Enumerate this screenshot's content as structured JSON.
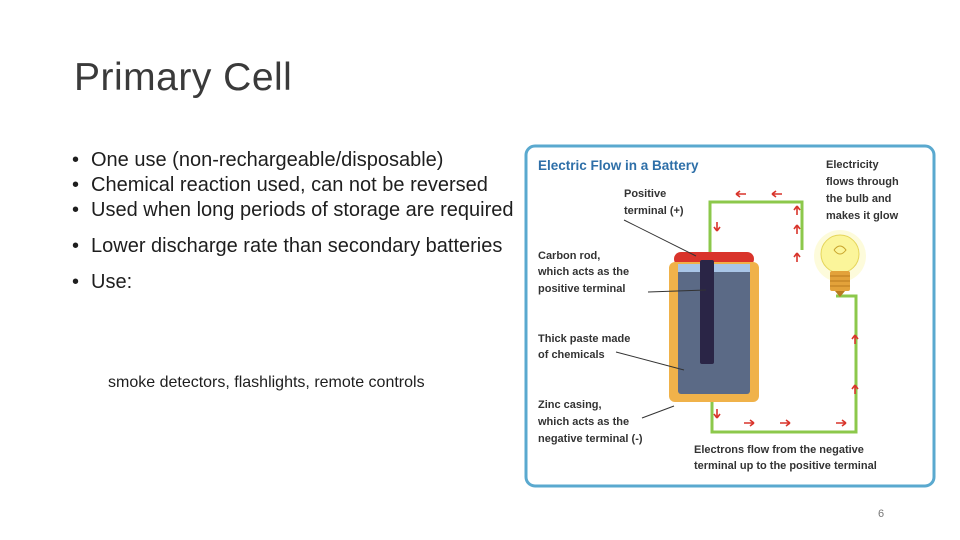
{
  "slide": {
    "title": "Primary Cell",
    "bullets": [
      "One use (non-rechargeable/disposable)",
      "Chemical reaction used, can not be reversed",
      "Used when long periods of storage are required",
      "Lower discharge rate than secondary batteries",
      "Use:"
    ],
    "sub_text": "smoke detectors, flashlights, remote controls",
    "page_number": "6"
  },
  "figure": {
    "title": "Electric Flow in a Battery",
    "labels": {
      "positive_terminal": [
        "Positive",
        "terminal (+)"
      ],
      "carbon_rod": [
        "Carbon rod,",
        "which acts as the",
        "positive terminal"
      ],
      "paste": [
        "Thick paste made",
        "of chemicals"
      ],
      "zinc_casing": [
        "Zinc casing,",
        "which acts as the",
        "negative terminal (-)"
      ],
      "bulb": [
        "Electricity",
        "flows through",
        "the bulb and",
        "makes it glow"
      ],
      "electrons": [
        "Electrons flow from the negative",
        "terminal up to the positive terminal"
      ]
    },
    "colors": {
      "border": "#5aa9cf",
      "title": "#2e6fa8",
      "wire": "#8cc84b",
      "arrow": "#d9342b",
      "casing": "#f0b24a",
      "paste": "#5b6a86",
      "rod": "#2a2546",
      "cap": "#d9342b",
      "bulb": "#fbf59a"
    }
  }
}
